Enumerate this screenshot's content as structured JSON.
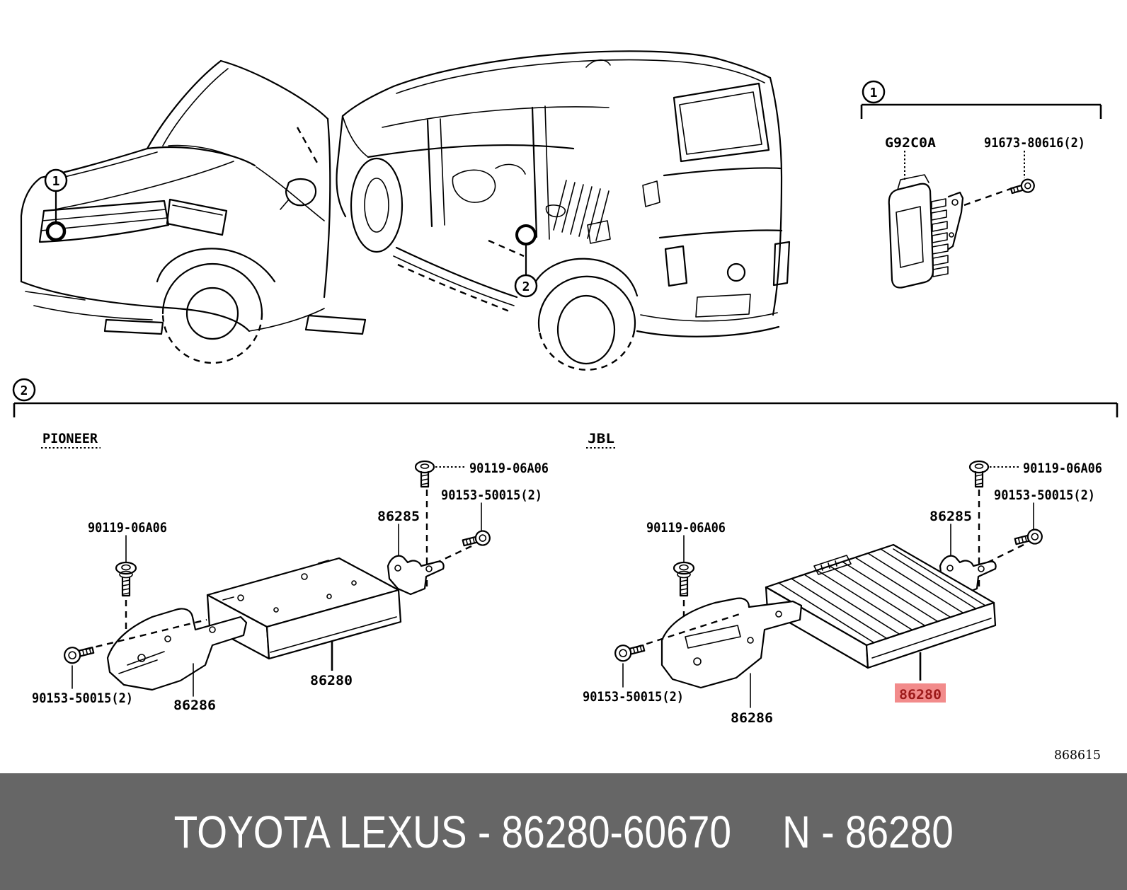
{
  "footer": {
    "left": "TOYOTA LEXUS - 86280-60670",
    "right": "N - 86280"
  },
  "diagram_code": "868615",
  "colors": {
    "footer_bg": "#666666",
    "footer_fg": "#ffffff",
    "line": "#000000",
    "highlight_bg": "#f28b8b",
    "highlight_fg": "#9c1a1a"
  },
  "callout_1": "1",
  "callout_2": "2",
  "detail1": {
    "module": "G92C0A",
    "screw": "91673-80616(2)"
  },
  "pioneer": {
    "title": "PIONEER",
    "bolt_left": "90119-06A06",
    "bolt_right": "90119-06A06",
    "screw_right": "90153-50015(2)",
    "screw_left": "90153-50015(2)",
    "bracket_small": "86285",
    "bracket_large": "86286",
    "amplifier": "86280"
  },
  "jbl": {
    "title": "JBL",
    "bolt_left": "90119-06A06",
    "bolt_right": "90119-06A06",
    "screw_right": "90153-50015(2)",
    "screw_left": "90153-50015(2)",
    "bracket_small": "86285",
    "bracket_large": "86286",
    "amplifier": "86280"
  }
}
